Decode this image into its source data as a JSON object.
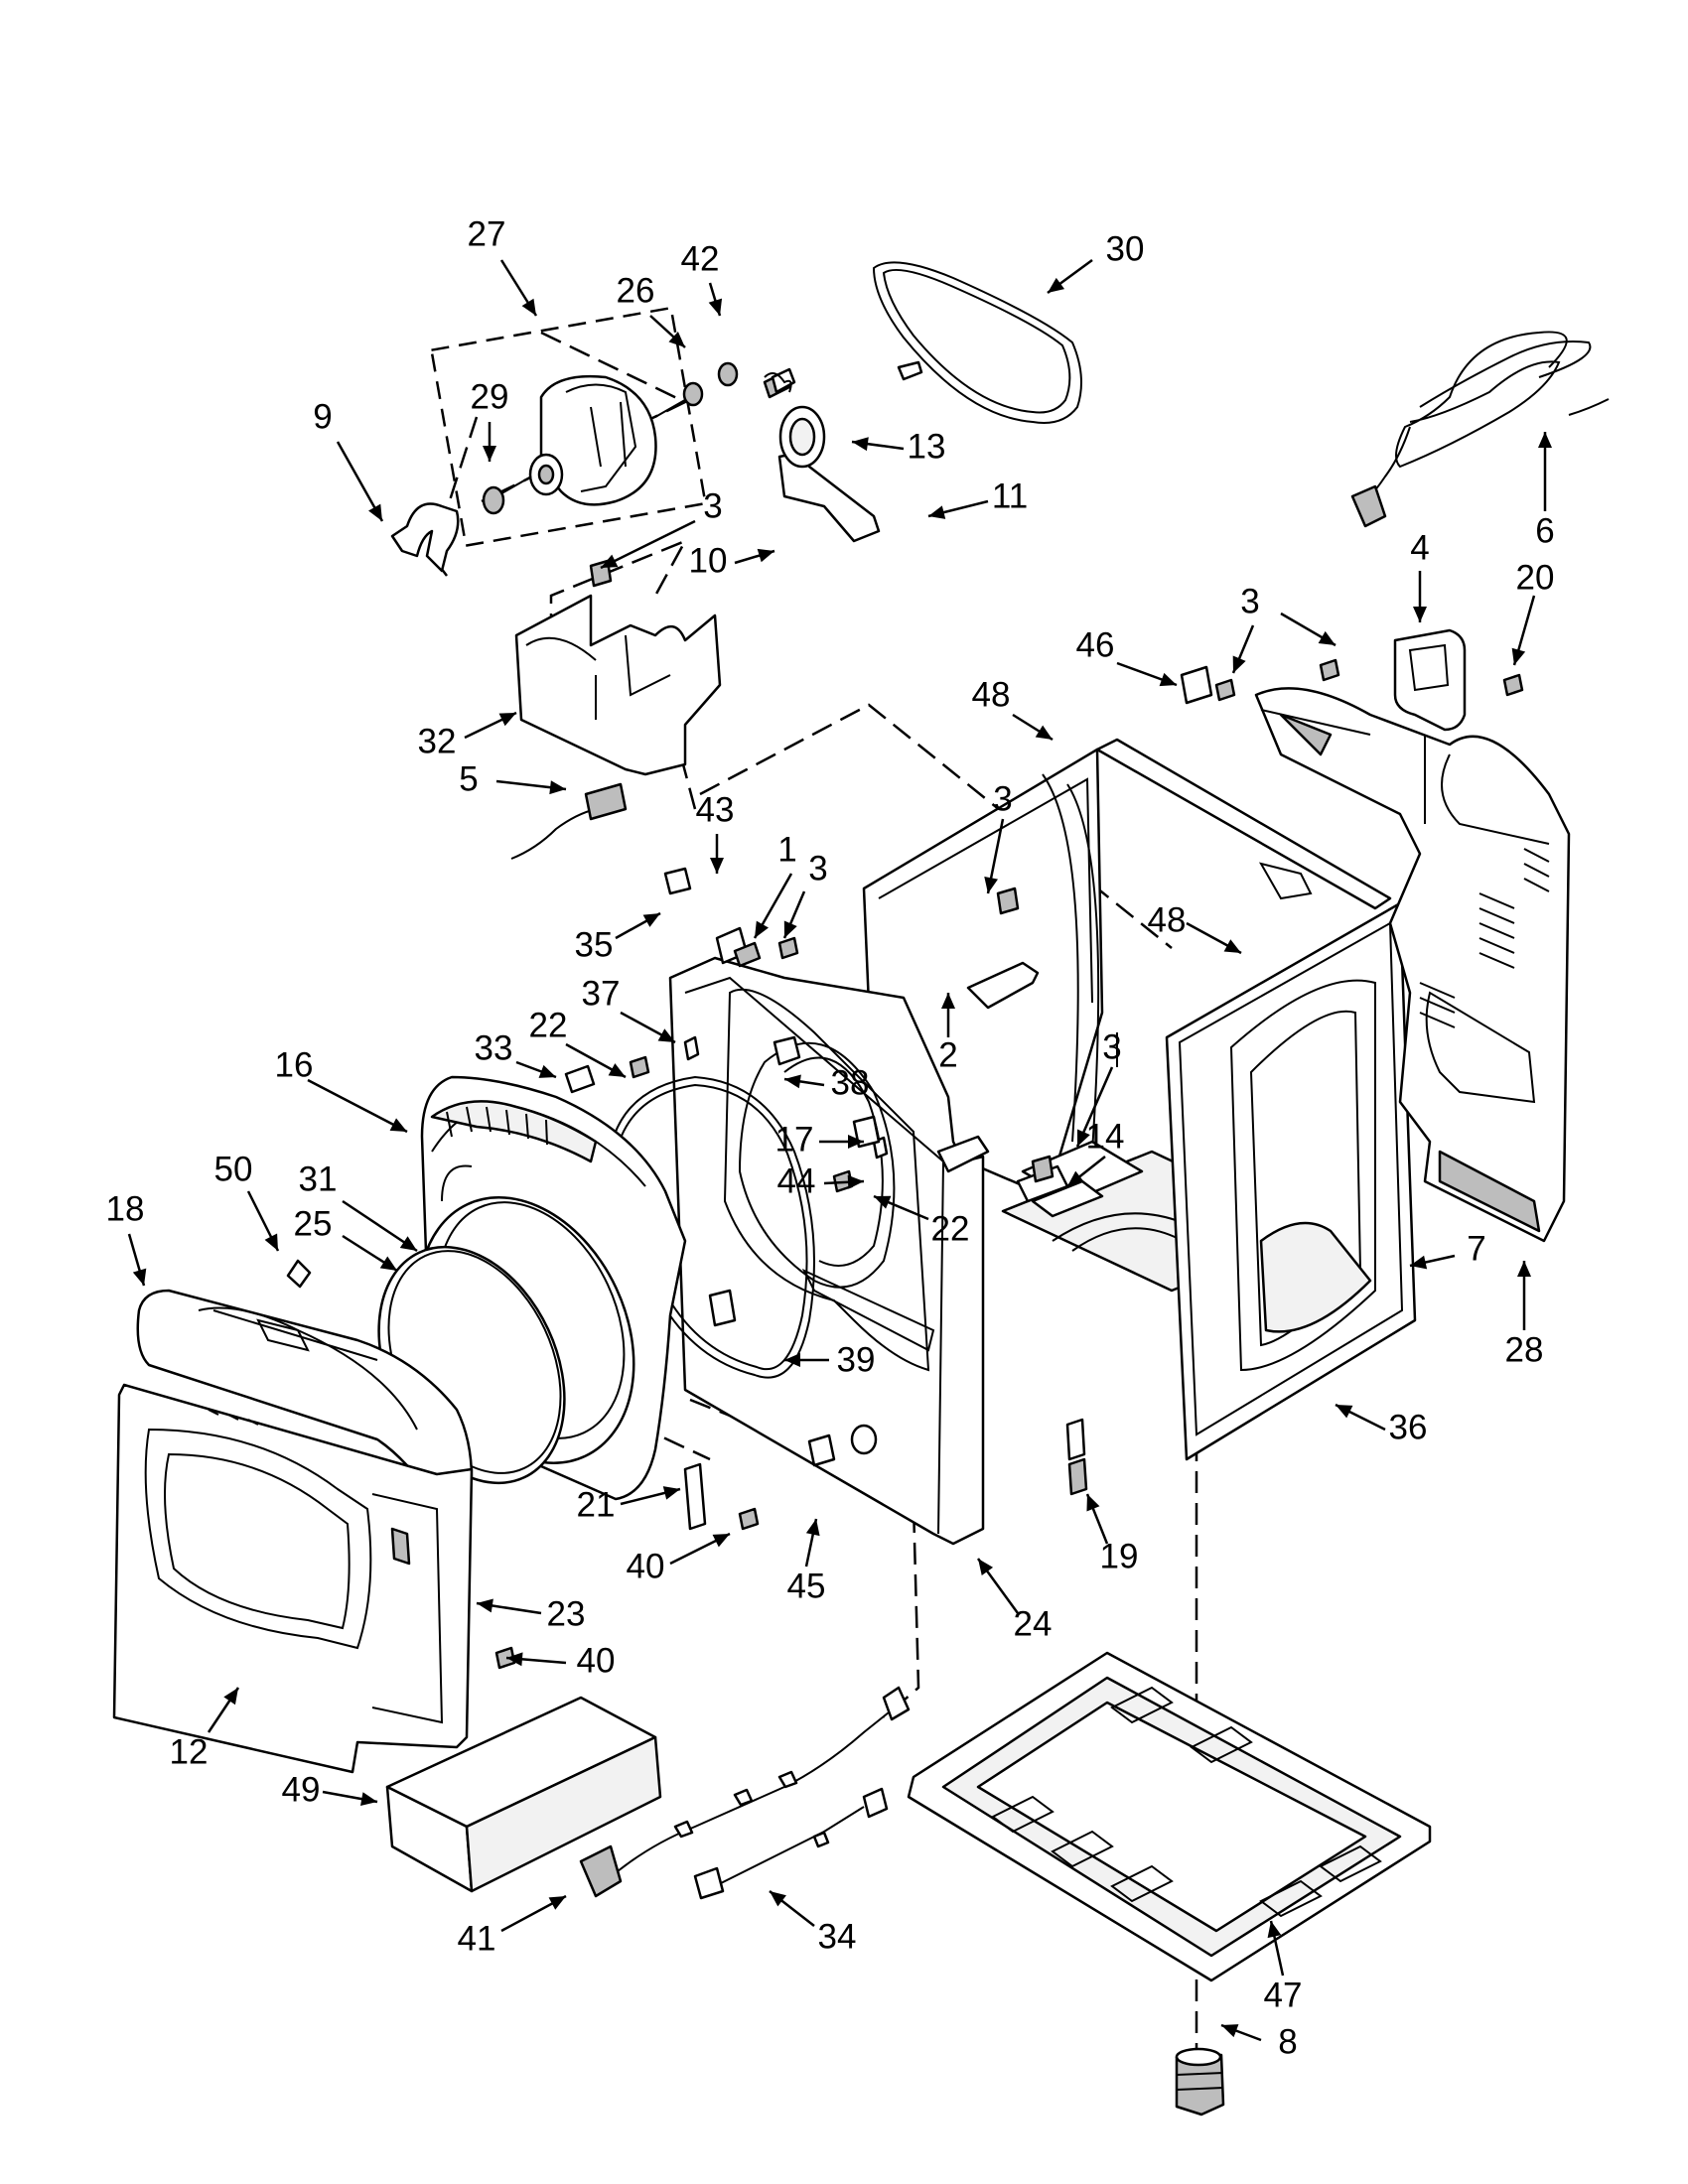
{
  "diagram": {
    "type": "exploded-parts-diagram",
    "callouts": [
      "27",
      "42",
      "26",
      "30",
      "29",
      "13",
      "9",
      "11",
      "3",
      "10",
      "6",
      "4",
      "20",
      "46",
      "48",
      "32",
      "5",
      "43",
      "1",
      "35",
      "37",
      "22",
      "33",
      "2",
      "38",
      "16",
      "17",
      "14",
      "44",
      "50",
      "31",
      "18",
      "25",
      "7",
      "28",
      "39",
      "36",
      "21",
      "40",
      "19",
      "45",
      "23",
      "24",
      "12",
      "49",
      "41",
      "34",
      "47",
      "8"
    ]
  }
}
